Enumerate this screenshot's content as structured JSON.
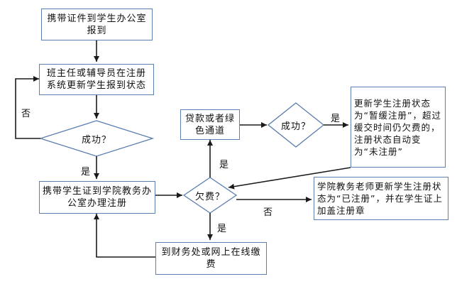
{
  "nodes": {
    "start": "携带证件到学生办公室报到",
    "update_register": "班主任或辅导员在注册系统更新学生报到状态",
    "success_check_1": "成功？",
    "go_academic_office": "携带学生证到学院教务办公室办理注册",
    "owe_fee": "欠费？",
    "loan_or_green": "贷款或者绿色通道",
    "success_check_2": "成功？",
    "update_deferred": "更新学生注册状态为“暂缓注册”，超过缓交时间仍欠费的，注册状态自动变为“未注册”",
    "update_registered": "学院教务老师更新学生注册状态为“已注册”，并在学生证上加盖注册章",
    "pay_fee": "到财务处或网上在线缴费"
  },
  "edge_labels": {
    "no_1": "否",
    "yes_1": "是",
    "yes_loan": "是",
    "yes_2": "是",
    "no_owe": "否",
    "yes_pay": "是"
  },
  "colors": {
    "border": "#5a7fb0",
    "arrow": "#1a1a1a"
  }
}
